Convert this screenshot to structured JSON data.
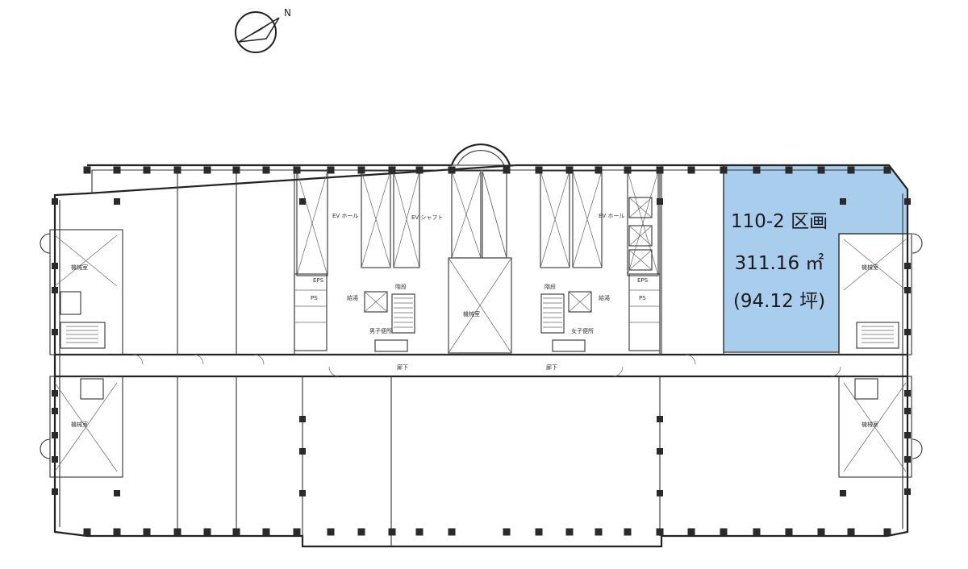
{
  "compass": {
    "north_label": "N",
    "icon": "north-arrow-icon"
  },
  "highlight": {
    "unit_label": "110-2 区画",
    "area_sqm": "311.16 ㎡",
    "area_tsubo": "(94.12 坪)",
    "fill_color": "#a9cdec"
  },
  "rooms": {
    "machine_room": "機械室",
    "corridor": "廊下",
    "ev_hall": "EV ホール",
    "ev_shaft": "EV シャフト",
    "male_wc": "男子便所",
    "female_wc": "女子便所",
    "eps": "EPS",
    "pipe_shaft": "PS",
    "kyuto": "給湯",
    "stair": "階段"
  }
}
